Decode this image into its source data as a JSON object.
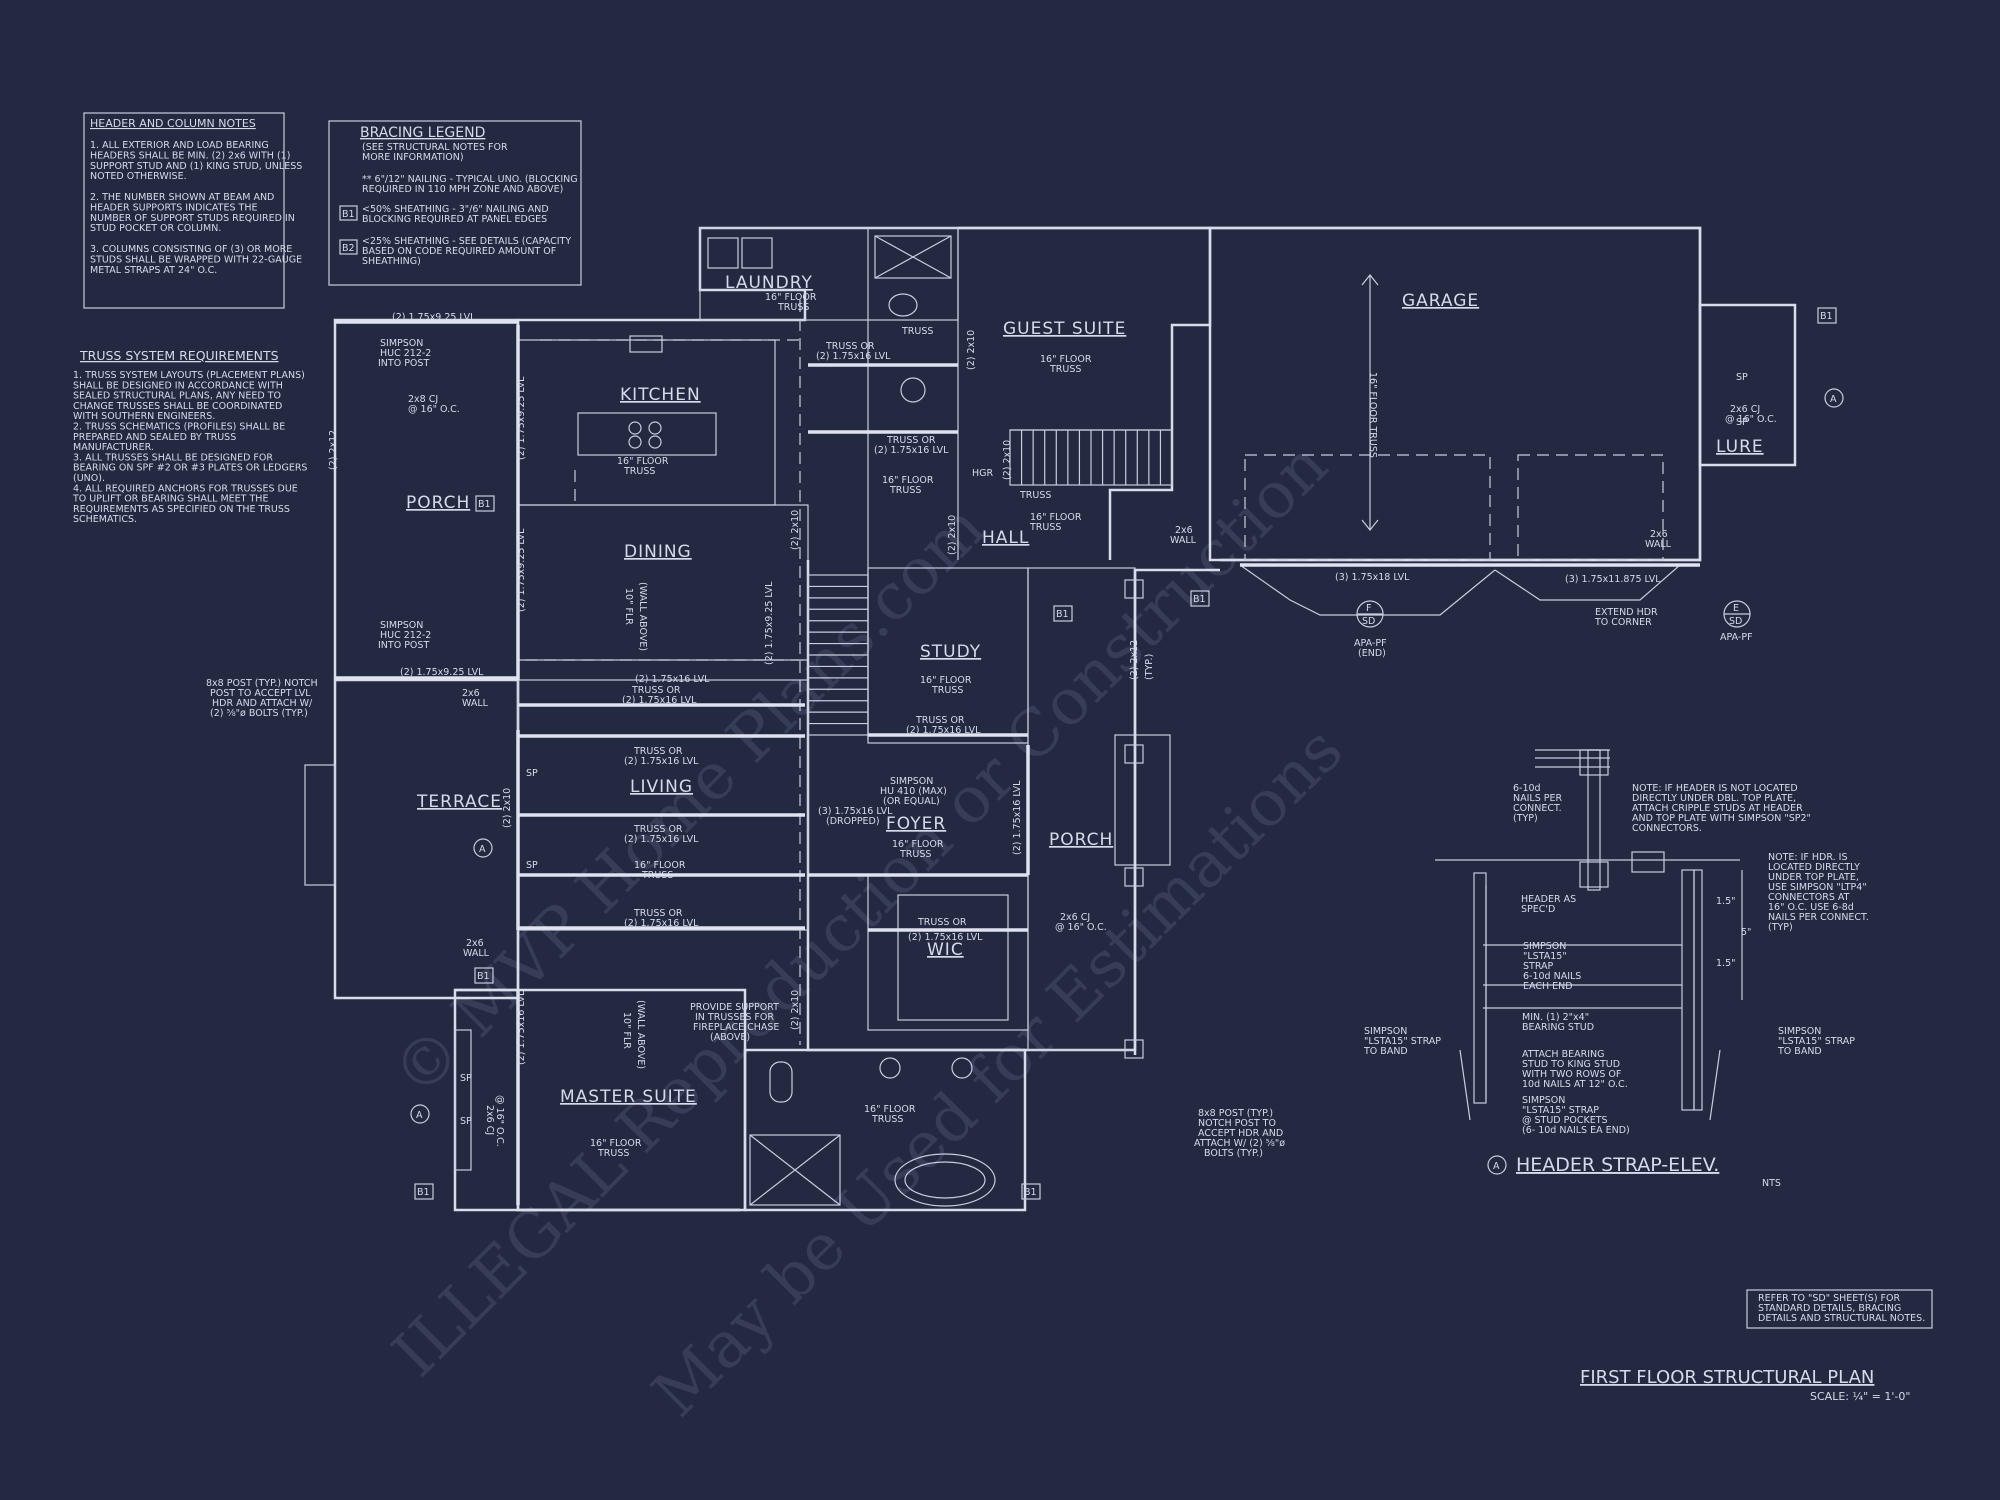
{
  "sheet": {
    "title": "FIRST FLOOR STRUCTURAL PLAN",
    "scale": "SCALE: ¼\" = 1'-0\"",
    "refer_note": [
      "REFER TO \"SD\" SHEET(S) FOR",
      "STANDARD DETAILS, BRACING",
      "DETAILS AND STRUCTURAL NOTES."
    ]
  },
  "watermark": [
    "© MVP Home Plans.com",
    "ILLEGAL Reproduction or Construction",
    "May be Used for Estimations"
  ],
  "header_notes": {
    "title": "HEADER AND COLUMN NOTES",
    "lines": [
      "1. ALL EXTERIOR AND LOAD BEARING",
      "HEADERS SHALL BE MIN. (2) 2x6 WITH (1)",
      "SUPPORT STUD AND (1) KING STUD, UNLESS",
      "NOTED OTHERWISE.",
      "",
      "2. THE NUMBER SHOWN AT BEAM AND",
      "HEADER SUPPORTS INDICATES THE",
      "NUMBER OF SUPPORT STUDS REQUIRED IN",
      "STUD POCKET OR COLUMN.",
      "",
      "3. COLUMNS CONSISTING OF (3) OR MORE",
      "STUDS SHALL BE WRAPPED WITH 22-GAUGE",
      "METAL STRAPS AT 24\" O.C."
    ]
  },
  "bracing_legend": {
    "title": "BRACING LEGEND",
    "subtitle": [
      "(SEE STRUCTURAL NOTES FOR",
      "MORE INFORMATION)"
    ],
    "items": [
      [
        "** 6\"/12\" NAILING - TYPICAL UNO. (BLOCKING",
        "REQUIRED IN 110 MPH ZONE AND ABOVE)"
      ],
      [
        "<50% SHEATHING - 3\"/6\" NAILING AND",
        "BLOCKING REQUIRED AT PANEL EDGES"
      ],
      [
        "<25% SHEATHING - SEE DETAILS (CAPACITY",
        "BASED ON CODE REQUIRED AMOUNT OF",
        "SHEATHING)"
      ]
    ],
    "tags": [
      "B1",
      "B2"
    ]
  },
  "truss_requirements": {
    "title": "TRUSS SYSTEM REQUIREMENTS",
    "lines": [
      "1. TRUSS SYSTEM LAYOUTS (PLACEMENT PLANS)",
      "SHALL BE DESIGNED IN ACCORDANCE WITH",
      "SEALED STRUCTURAL PLANS, ANY NEED TO",
      "CHANGE TRUSSES SHALL BE COORDINATED",
      "WITH SOUTHERN ENGINEERS.",
      "2. TRUSS SCHEMATICS (PROFILES) SHALL BE",
      "PREPARED AND SEALED BY TRUSS",
      "MANUFACTURER.",
      "3. ALL TRUSSES SHALL BE DESIGNED FOR",
      "BEARING ON SPF #2 OR #3 PLATES OR LEDGERS",
      "(UNO).",
      "4. ALL REQUIRED ANCHORS FOR TRUSSES DUE",
      "TO UPLIFT OR BEARING SHALL MEET THE",
      "REQUIREMENTS AS SPECIFIED ON THE TRUSS",
      "SCHEMATICS."
    ]
  },
  "rooms": {
    "laundry": "LAUNDRY",
    "kitchen": "KITCHEN",
    "guest_suite": "GUEST SUITE",
    "garage": "GARAGE",
    "lure": "LURE",
    "porch_left": "PORCH",
    "dining": "DINING",
    "hall": "HALL",
    "study": "STUDY",
    "terrace": "TERRACE",
    "living": "LIVING",
    "foyer": "FOYER",
    "porch_right": "PORCH",
    "wic": "WIC",
    "master_suite": "MASTER SUITE"
  },
  "annotations": {
    "floor_truss": [
      "16\" FLOOR",
      "TRUSS"
    ],
    "truss_or": "TRUSS OR",
    "lvl_1_75x16": "(2) 1.75x16 LVL",
    "lvl_1_75x9_25": "(2) 1.75x9.25 LVL",
    "lvl_vert": "(2) 1.75x9.25 LVL",
    "lvl_vert_16": "(2) 1.75x16 LVL",
    "cj_2x8": [
      "2x8 CJ",
      "@ 16\" O.C."
    ],
    "cj_2x6": [
      "2x6 CJ",
      "@ 16\" O.C."
    ],
    "simpson_huc": [
      "SIMPSON",
      "HUC 212-2",
      "INTO POST"
    ],
    "post_8x8_left": [
      "8x8 POST (TYP.) NOTCH",
      "POST TO ACCEPT LVL",
      "HDR AND ATTACH W/",
      "(2) ⅝\"ø BOLTS (TYP.)"
    ],
    "post_8x8_right": [
      "8x8 POST (TYP.)",
      "NOTCH POST TO",
      "ACCEPT HDR AND",
      "ATTACH W/ (2) ⅝\"ø",
      "BOLTS (TYP.)"
    ],
    "wall_2x6": [
      "2x6",
      "WALL"
    ],
    "lvl_garage_left": "(3) 1.75x18 LVL",
    "lvl_garage_right": "(3) 1.75x11.875 LVL",
    "apa_pf_end": [
      "APA-PF",
      "(END)"
    ],
    "apa_pf": "APA-PF",
    "extend_hdr": [
      "EXTEND HDR",
      "TO CORNER"
    ],
    "simpson_hu": [
      "SIMPSON",
      "HU 410 (MAX)",
      "(OR EQUAL)"
    ],
    "lvl_dropped": [
      "(3) 1.75x16 LVL",
      "(DROPPED)"
    ],
    "fireplace": [
      "PROVIDE SUPPORT",
      "IN TRUSSES FOR",
      "FIREPLACE CHASE",
      "(ABOVE)"
    ],
    "fp_wall_above_1": [
      "10\" FLR",
      "(WALL ABOVE)"
    ],
    "garage_floor_truss": "16\" FLOOR TRUSS",
    "hgr": "HGR",
    "truss": "TRUSS",
    "sp": "SP",
    "section_a": "A",
    "tag_e": "E",
    "tag_f": "F",
    "tag_sd": "SD",
    "b1": "B1",
    "typ": "(TYP.)",
    "lvl_2x12": "(2) 2x12",
    "lvl_2x10": "(2) 2x10"
  },
  "detail": {
    "title": "HEADER STRAP-ELEV.",
    "nts": "NTS",
    "marker": "A",
    "notes": {
      "nails_per_connect": [
        "6-10d",
        "NAILS PER",
        "CONNECT.",
        "(TYP)"
      ],
      "note_not_located": [
        "NOTE: IF HEADER IS NOT LOCATED",
        "DIRECTLY UNDER DBL. TOP PLATE,",
        "ATTACH CRIPPLE STUDS AT HEADER",
        "AND TOP PLATE WITH SIMPSON \"SP2\"",
        "CONNECTORS."
      ],
      "note_located": [
        "NOTE: IF HDR. IS",
        "LOCATED DIRECTLY",
        "UNDER TOP PLATE,",
        "USE SIMPSON \"LTP4\"",
        "CONNECTORS AT",
        "16\" O.C.  USE 6-8d",
        "NAILS PER CONNECT.",
        "(TYP)"
      ],
      "header_as_specd": [
        "HEADER AS",
        "SPEC'D"
      ],
      "strap": [
        "SIMPSON",
        "\"LSTA15\"",
        "STRAP",
        "6-10d NAILS",
        "EACH END"
      ],
      "bearing_stud": [
        "MIN. (1) 2\"x4\"",
        "BEARING STUD"
      ],
      "attach_bearing": [
        "ATTACH BEARING",
        "STUD TO KING STUD",
        "WITH TWO ROWS OF",
        "10d NAILS AT 12\" O.C."
      ],
      "strap_pockets": [
        "SIMPSON",
        "\"LSTA15\" STRAP",
        "@ STUD POCKETS",
        "(6- 10d NAILS EA END)"
      ],
      "strap_band_left": [
        "SIMPSON",
        "\"LSTA15\" STRAP",
        "TO BAND"
      ],
      "strap_band_right": [
        "SIMPSON",
        "\"LSTA15\" STRAP",
        "TO BAND"
      ],
      "dims": [
        "1.5\"",
        "5\"",
        "1.5\""
      ]
    }
  },
  "colors": {
    "background": "#232940",
    "linework": "#d6dbeb"
  }
}
